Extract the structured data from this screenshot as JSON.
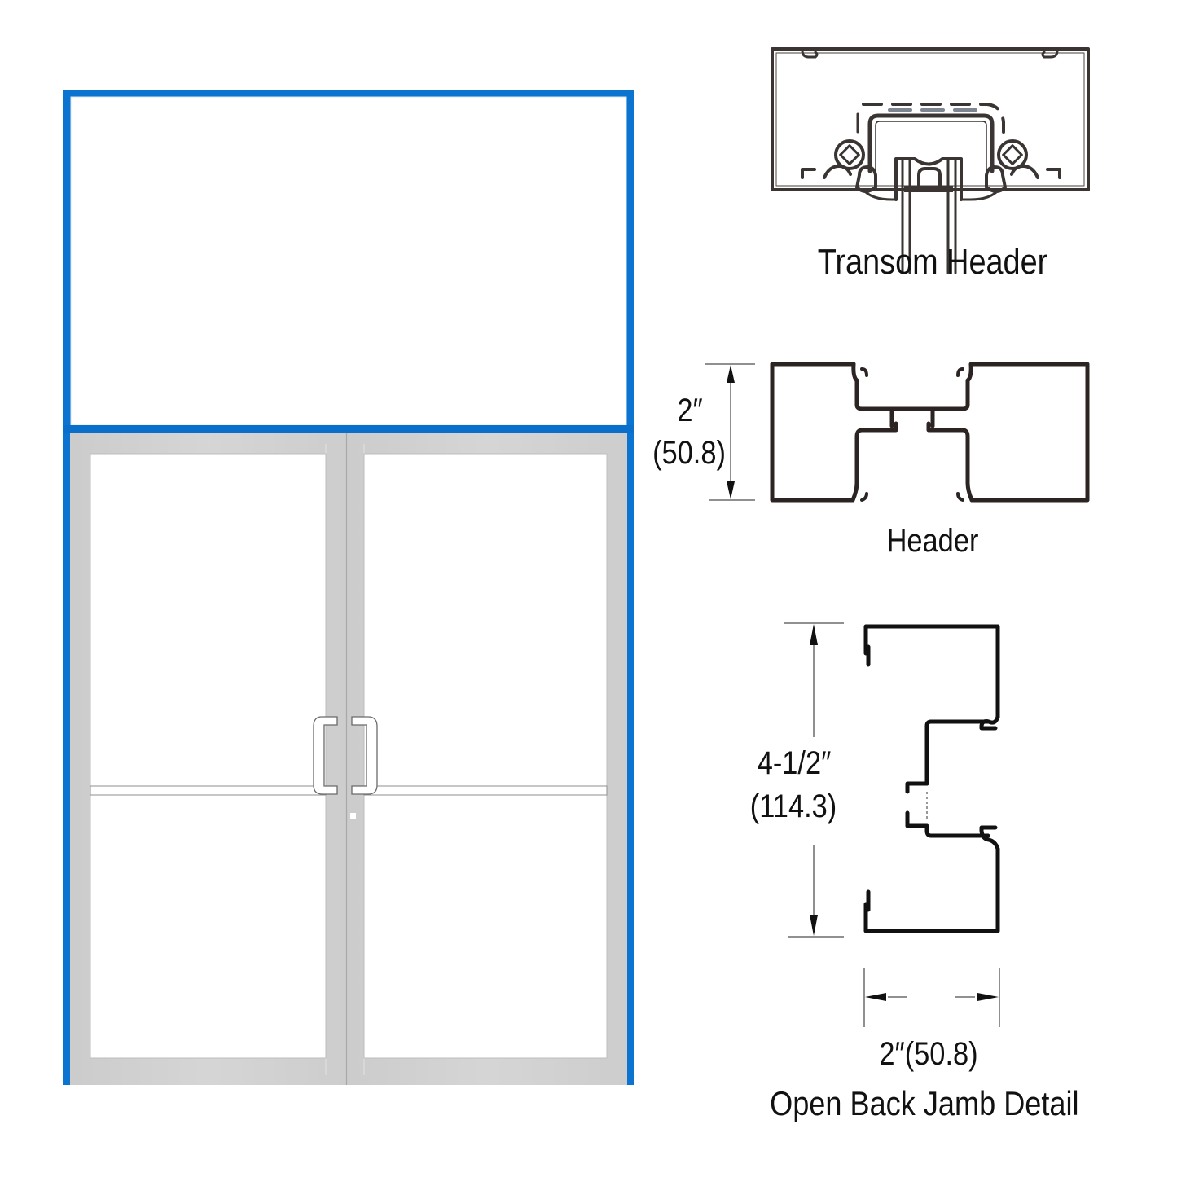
{
  "diagram": {
    "elevation": {
      "name": "Double door with transom elevation",
      "frame_color": "#0a74d0",
      "door_color": "#d2d2d2",
      "glass_color": "#ffffff",
      "handle_style": "offset pull handles"
    },
    "details": [
      {
        "id": "transom-header",
        "title": "Transom Header"
      },
      {
        "id": "header",
        "title": "Header",
        "dimension_imperial": "2″",
        "dimension_metric": "(50.8)"
      },
      {
        "id": "open-back-jamb",
        "title": "Open Back Jamb Detail",
        "height_imperial": "4-1/2″",
        "height_metric": "(114.3)",
        "width_label": "2″(50.8)"
      }
    ]
  }
}
